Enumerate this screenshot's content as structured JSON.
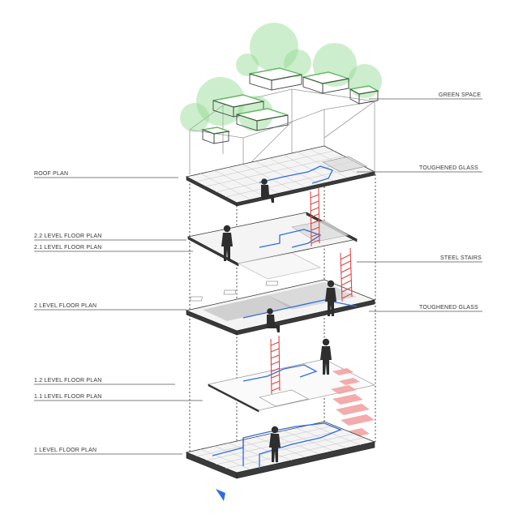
{
  "diagram": {
    "labels": {
      "green_space": "GREEN SPACE",
      "roof_plan": "ROOF PLAN",
      "toughened_glass_upper": "TOUGHENED GLASS",
      "level_2_2": "2.2 LEVEL FLOOR PLAN",
      "level_2_1": "2.1 LEVEL FLOOR PLAN",
      "steel_stairs": "STEEL STAIRS",
      "level_2": "2 LEVEL FLOOR PLAN",
      "toughened_glass_lower": "TOUGHENED GLASS",
      "level_1_2": "1.2 LEVEL FLOOR PLAN",
      "level_1_1": "1.1 LEVEL FLOOR PLAN",
      "level_1": "1 LEVEL FLOOR PLAN"
    },
    "colors": {
      "green_space": "#8fd98f",
      "circulation": "#2f6de0",
      "stairs": "#e04646",
      "highlight_zones": "#f29c9c",
      "slab_edge": "#3a3a3a"
    },
    "icons": [
      "person-figure-icon",
      "north-arrow-icon",
      "tree-canopy-icon"
    ]
  }
}
